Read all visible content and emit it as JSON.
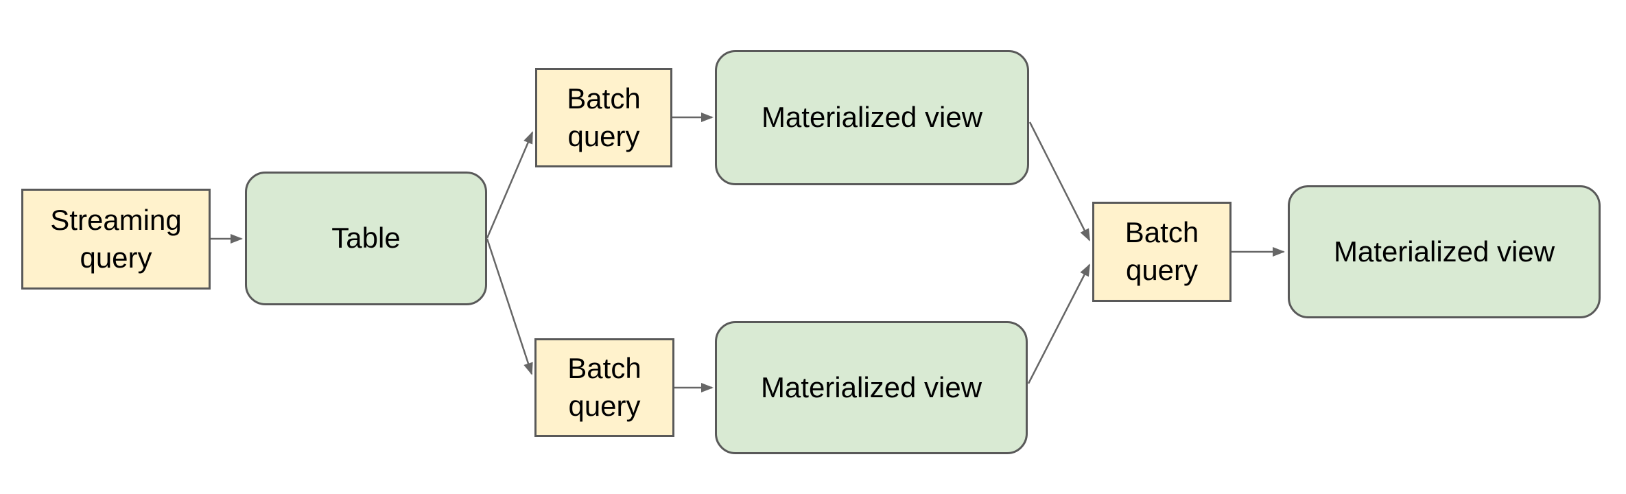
{
  "diagram": {
    "nodes": {
      "streaming_query": {
        "label": "Streaming query",
        "kind": "query"
      },
      "table": {
        "label": "Table",
        "kind": "table"
      },
      "batch_query_top": {
        "label": "Batch query",
        "kind": "query"
      },
      "materialized_view_top": {
        "label": "Materialized view",
        "kind": "view"
      },
      "batch_query_bottom": {
        "label": "Batch query",
        "kind": "query"
      },
      "materialized_view_bottom": {
        "label": "Materialized view",
        "kind": "view"
      },
      "batch_query_right": {
        "label": "Batch query",
        "kind": "query"
      },
      "materialized_view_final": {
        "label": "Materialized view",
        "kind": "view"
      }
    },
    "edges": [
      {
        "from": "streaming_query",
        "to": "table"
      },
      {
        "from": "table",
        "to": "batch_query_top"
      },
      {
        "from": "table",
        "to": "batch_query_bottom"
      },
      {
        "from": "batch_query_top",
        "to": "materialized_view_top"
      },
      {
        "from": "batch_query_bottom",
        "to": "materialized_view_bottom"
      },
      {
        "from": "materialized_view_top",
        "to": "batch_query_right"
      },
      {
        "from": "materialized_view_bottom",
        "to": "batch_query_right"
      },
      {
        "from": "batch_query_right",
        "to": "materialized_view_final"
      }
    ],
    "colors": {
      "background": "#ffffff",
      "query_fill": "#fff2cc",
      "view_fill": "#d9ead3",
      "node_border": "#595959",
      "arrow": "#666666",
      "text": "#000000"
    }
  }
}
